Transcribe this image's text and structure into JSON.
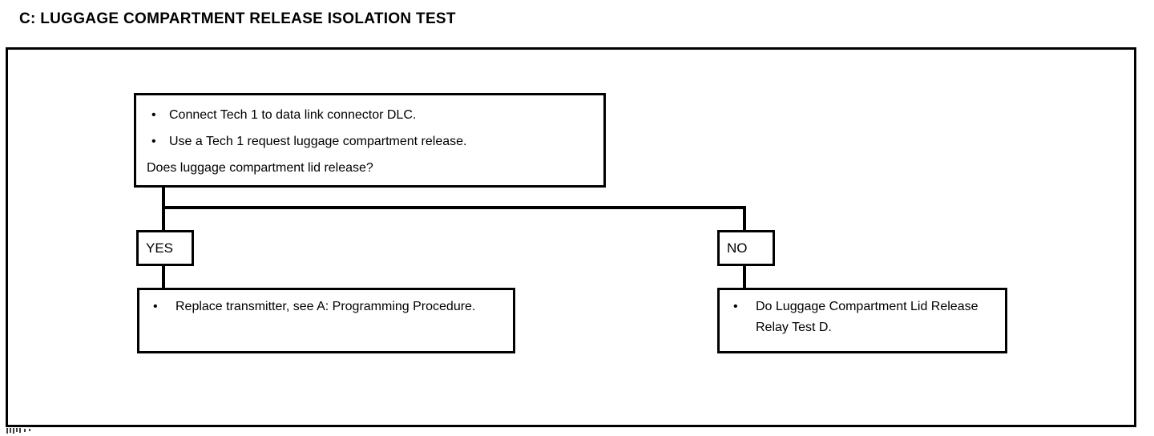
{
  "document": {
    "title": "C:  LUGGAGE COMPARTMENT RELEASE ISOLATION TEST"
  },
  "flowchart": {
    "type": "decision-flowchart",
    "decision": {
      "name": "decision-box",
      "bullets": [
        "Connect Tech 1 to data link connector DLC.",
        "Use a Tech 1 request luggage compartment release."
      ],
      "question": "Does luggage compartment lid release?"
    },
    "branches": [
      {
        "label": "YES",
        "action": {
          "bullets": [
            "Replace transmitter, see A:  Programming Procedure."
          ]
        }
      },
      {
        "label": "NO",
        "action": {
          "bullets": [
            "Do Luggage Compartment Lid Release Relay Test D."
          ]
        }
      }
    ],
    "bullet_glyph": "•"
  },
  "style": {
    "ink": "#000000",
    "paper": "#ffffff"
  }
}
